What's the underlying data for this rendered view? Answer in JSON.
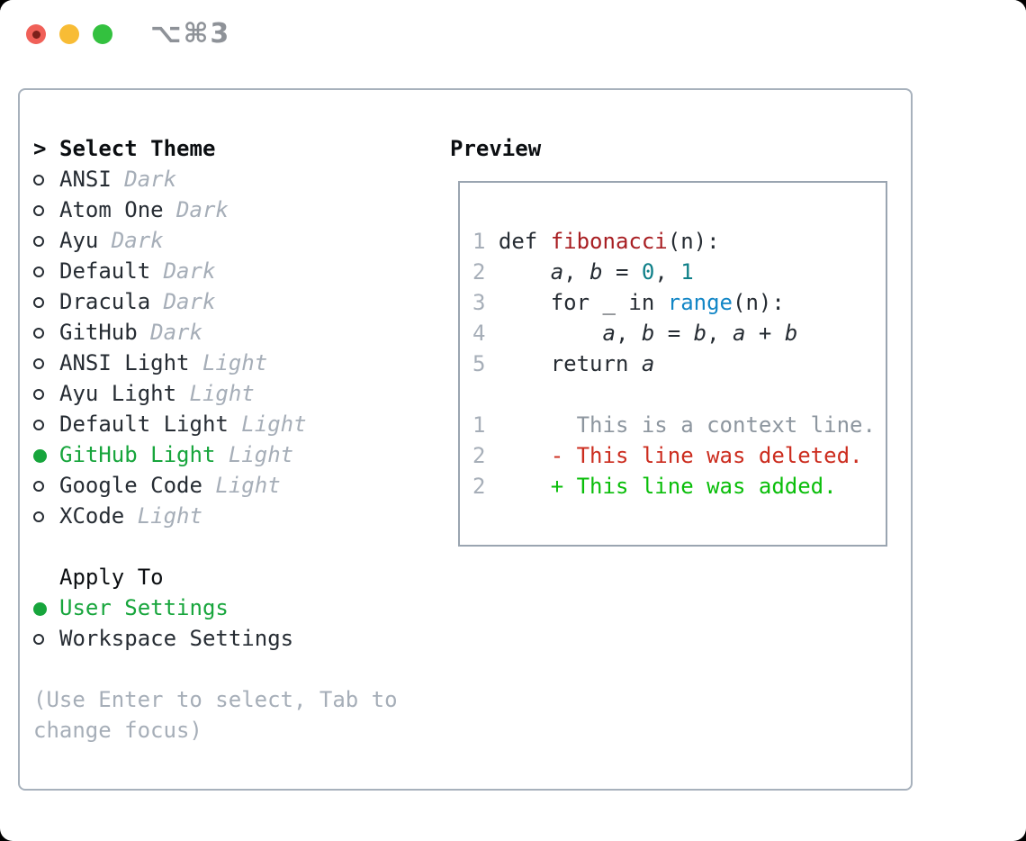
{
  "colors": {
    "tl-red": "#f06058",
    "tl-red-dot": "#7c201a",
    "tl-yellow": "#f8bc35",
    "tl-green": "#33c13f",
    "title-gray": "#8e9298",
    "panel-border": "#a7b1bc",
    "preview-border": "#9aa5b1",
    "heading": "#0b0e11",
    "text": "#262c33",
    "muted": "#a6aeb8",
    "context": "#8d969f",
    "green": "#17a53c",
    "add-green": "#0abe0a",
    "del-red": "#cc2d1f",
    "func-red": "#a81e22",
    "teal": "#0e7f88",
    "blue": "#1286c6"
  },
  "titlebar": {
    "title": "⌥⌘3",
    "close_icon": "close-button",
    "minimize_icon": "minimize-button",
    "zoom_icon": "zoom-button"
  },
  "theme_panel": {
    "heading_prompt": ">",
    "heading": "Select Theme",
    "items": [
      {
        "name": "ANSI",
        "variant": "Dark",
        "selected": false
      },
      {
        "name": "Atom One",
        "variant": "Dark",
        "selected": false
      },
      {
        "name": "Ayu",
        "variant": "Dark",
        "selected": false
      },
      {
        "name": "Default",
        "variant": "Dark",
        "selected": false
      },
      {
        "name": "Dracula",
        "variant": "Dark",
        "selected": false
      },
      {
        "name": "GitHub",
        "variant": "Dark",
        "selected": false
      },
      {
        "name": "ANSI Light",
        "variant": "Light",
        "selected": false
      },
      {
        "name": "Ayu Light",
        "variant": "Light",
        "selected": false
      },
      {
        "name": "Default Light",
        "variant": "Light",
        "selected": false
      },
      {
        "name": "GitHub Light",
        "variant": "Light",
        "selected": true
      },
      {
        "name": "Google Code",
        "variant": "Light",
        "selected": false
      },
      {
        "name": "XCode",
        "variant": "Light",
        "selected": false
      }
    ],
    "apply_heading": "Apply To",
    "apply_options": [
      {
        "name": "User Settings",
        "selected": true
      },
      {
        "name": "Workspace Settings",
        "selected": false
      }
    ],
    "help_lines": [
      "(Use Enter to select, Tab to",
      "change focus)"
    ]
  },
  "preview": {
    "heading": "Preview",
    "lines": [
      {
        "segs": [
          [
            "ln",
            "1"
          ],
          [
            "pl",
            " "
          ],
          [
            "pl",
            "def "
          ],
          [
            "fn",
            "fibonacci"
          ],
          [
            "pl",
            "(n):"
          ]
        ]
      },
      {
        "segs": [
          [
            "ln",
            "2"
          ],
          [
            "pl",
            "     "
          ],
          [
            "var",
            "a"
          ],
          [
            "pl",
            ", "
          ],
          [
            "var",
            "b"
          ],
          [
            "pl",
            " = "
          ],
          [
            "num",
            "0"
          ],
          [
            "pl",
            ", "
          ],
          [
            "num",
            "1"
          ]
        ]
      },
      {
        "segs": [
          [
            "ln",
            "3"
          ],
          [
            "pl",
            "     for _ in "
          ],
          [
            "call",
            "range"
          ],
          [
            "pl",
            "(n):"
          ]
        ]
      },
      {
        "segs": [
          [
            "ln",
            "4"
          ],
          [
            "pl",
            "         "
          ],
          [
            "var",
            "a"
          ],
          [
            "pl",
            ", "
          ],
          [
            "var",
            "b"
          ],
          [
            "pl",
            " = "
          ],
          [
            "var",
            "b"
          ],
          [
            "pl",
            ", "
          ],
          [
            "var",
            "a"
          ],
          [
            "pl",
            " + "
          ],
          [
            "var",
            "b"
          ]
        ]
      },
      {
        "segs": [
          [
            "ln",
            "5"
          ],
          [
            "pl",
            "     return "
          ],
          [
            "var",
            "a"
          ]
        ]
      },
      {
        "segs": []
      },
      {
        "segs": [
          [
            "ln",
            "1"
          ],
          [
            "ctx",
            "       This is a context line."
          ]
        ]
      },
      {
        "segs": [
          [
            "ln",
            "2"
          ],
          [
            "del",
            "     - This line was deleted."
          ]
        ]
      },
      {
        "segs": [
          [
            "ln",
            "2"
          ],
          [
            "add",
            "     + This line was added."
          ]
        ]
      }
    ]
  }
}
